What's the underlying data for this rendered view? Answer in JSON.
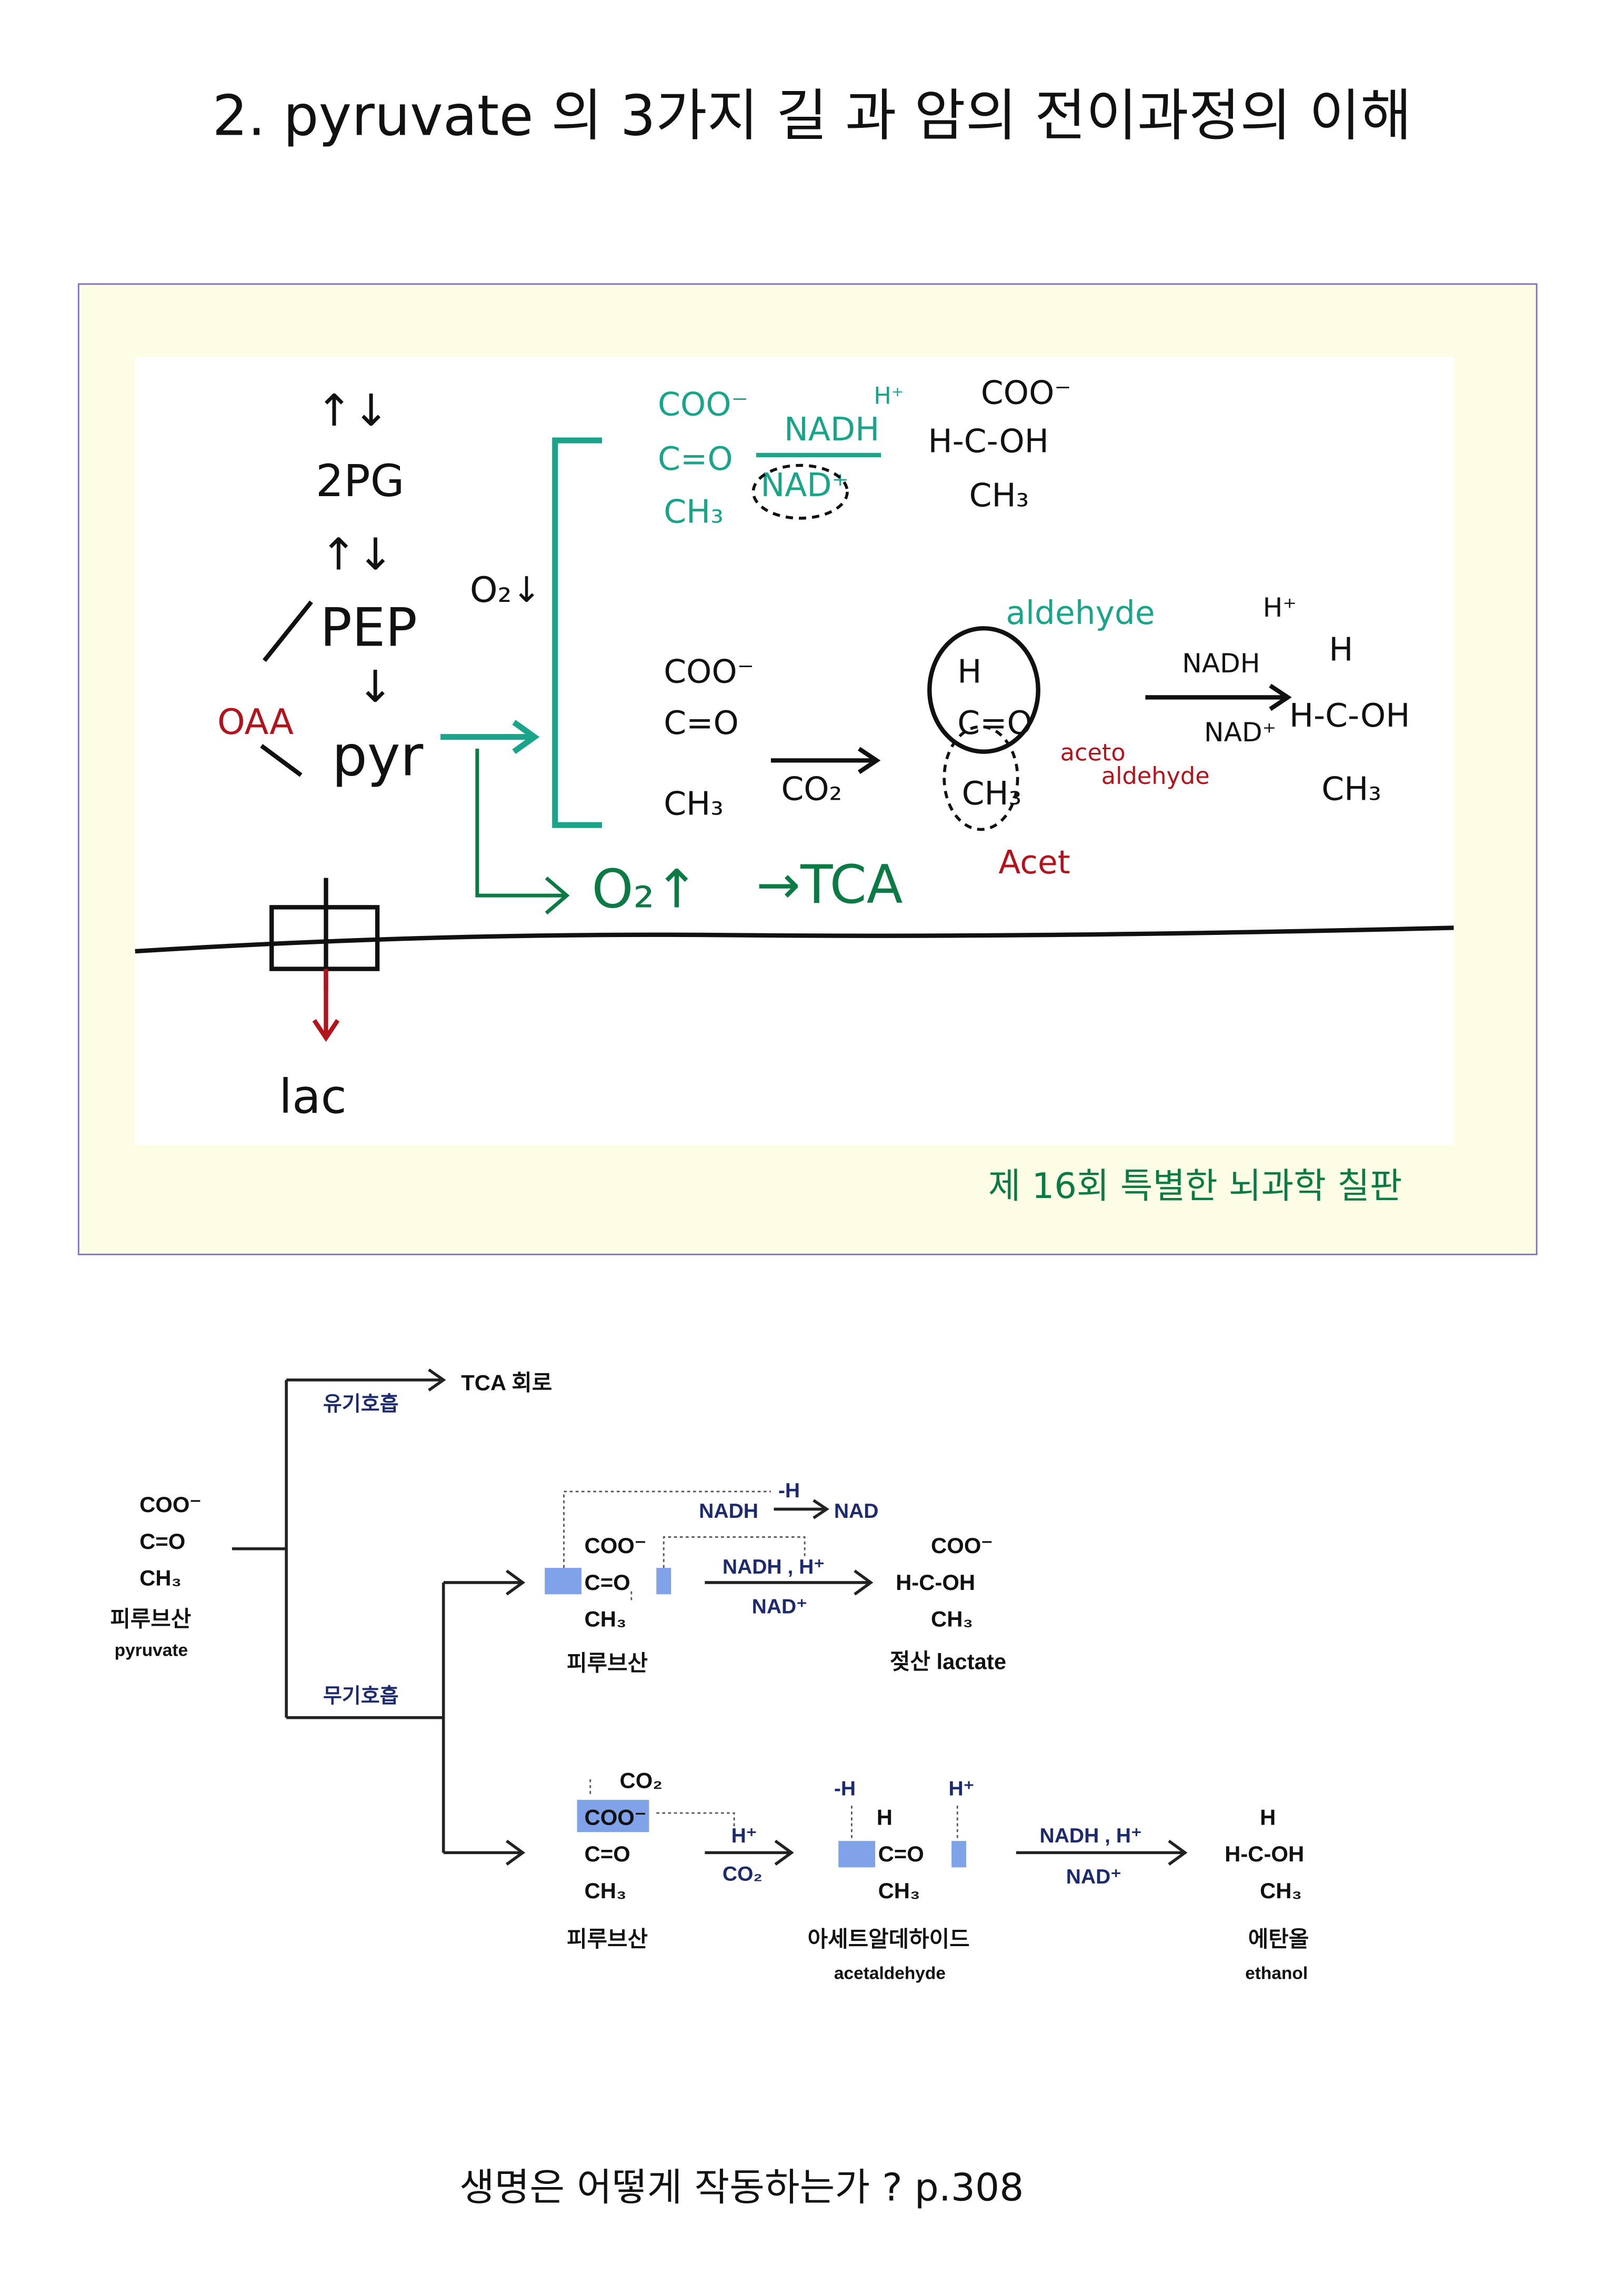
{
  "title": "2. pyruvate 의 3가지 길 과 암의 전이과정의 이해",
  "board": {
    "caption": "제 16회 특별한 뇌과학 칠판",
    "hand": {
      "updown1": "↑↓",
      "pg": "2PG",
      "updown2": "↑↓",
      "pep": "PEP",
      "down": "↓",
      "pyr": "pyr",
      "oaa": "OAA",
      "o2down": "O₂↓",
      "o2up": "O₂↑",
      "tca": "→TCA",
      "lac": "lac",
      "coo1": "COO⁻",
      "co1": "C=O",
      "ch3a": "CH₃",
      "nadh1": "NADH",
      "hplus1": "H⁺",
      "nad1": "NAD⁺",
      "coo2": "COO⁻",
      "hcoh": "H-C-OH",
      "ch3b": "CH₃",
      "coo3": "COO⁻",
      "co3": "C=O",
      "ch3c": "CH₃",
      "co2": "CO₂",
      "aldehyde": "aldehyde",
      "h": "H",
      "co4": "C=O",
      "ch3d": "CH₃",
      "aceto": "aceto",
      "aldehyde2": "aldehyde",
      "acet": "Acet",
      "hplus2": "H⁺",
      "nadh2": "NADH",
      "nad2": "NAD⁺",
      "h2": "H",
      "hcoh2": "H-C-OH",
      "ch3e": "CH₃"
    }
  },
  "diagram": {
    "tca": "TCA 회로",
    "aerobic": "유기호흡",
    "anaerobic": "무기호흡",
    "pyr": {
      "coo": "COO⁻",
      "co": "C=O",
      "ch3": "CH₃",
      "ko": "피루브산",
      "en": "pyruvate"
    },
    "lactic": {
      "minus_h": "-H",
      "nadh": "NADH",
      "nad": "NAD",
      "coo": "COO⁻",
      "co": "C=O",
      "ch3": "CH₃",
      "ko": "피루브산",
      "arrow_top": "NADH , H⁺",
      "arrow_bottom": "NAD⁺",
      "p_coo": "COO⁻",
      "p_hcoh": "H-C-OH",
      "p_ch3": "CH₃",
      "product": "젖산 lactate"
    },
    "alcohol": {
      "co2_out": "CO₂",
      "coo": "COO⁻",
      "co": "C=O",
      "ch3": "CH₃",
      "ko": "피루브산",
      "a1_top": "H⁺",
      "a1_bottom": "CO₂",
      "minus_h": "-H",
      "hplus": "H⁺",
      "ac_h": "H",
      "ac_co": "C=O",
      "ac_ch3": "CH₃",
      "ac_ko": "아세트알데하이드",
      "ac_en": "acetaldehyde",
      "a2_top": "NADH , H⁺",
      "a2_bottom": "NAD⁺",
      "e_h": "H",
      "e_hcoh": "H-C-OH",
      "e_ch3": "CH₃",
      "e_ko": "에탄올",
      "e_en": "ethanol"
    }
  },
  "source": "생명은 어떻게 작동하는가 ? p.308",
  "colors": {
    "green": "#0b7a45",
    "teal": "#1aa58a",
    "red": "#b3141c",
    "navy": "#1d2a6b",
    "blue_box": "#7fa2e8"
  }
}
